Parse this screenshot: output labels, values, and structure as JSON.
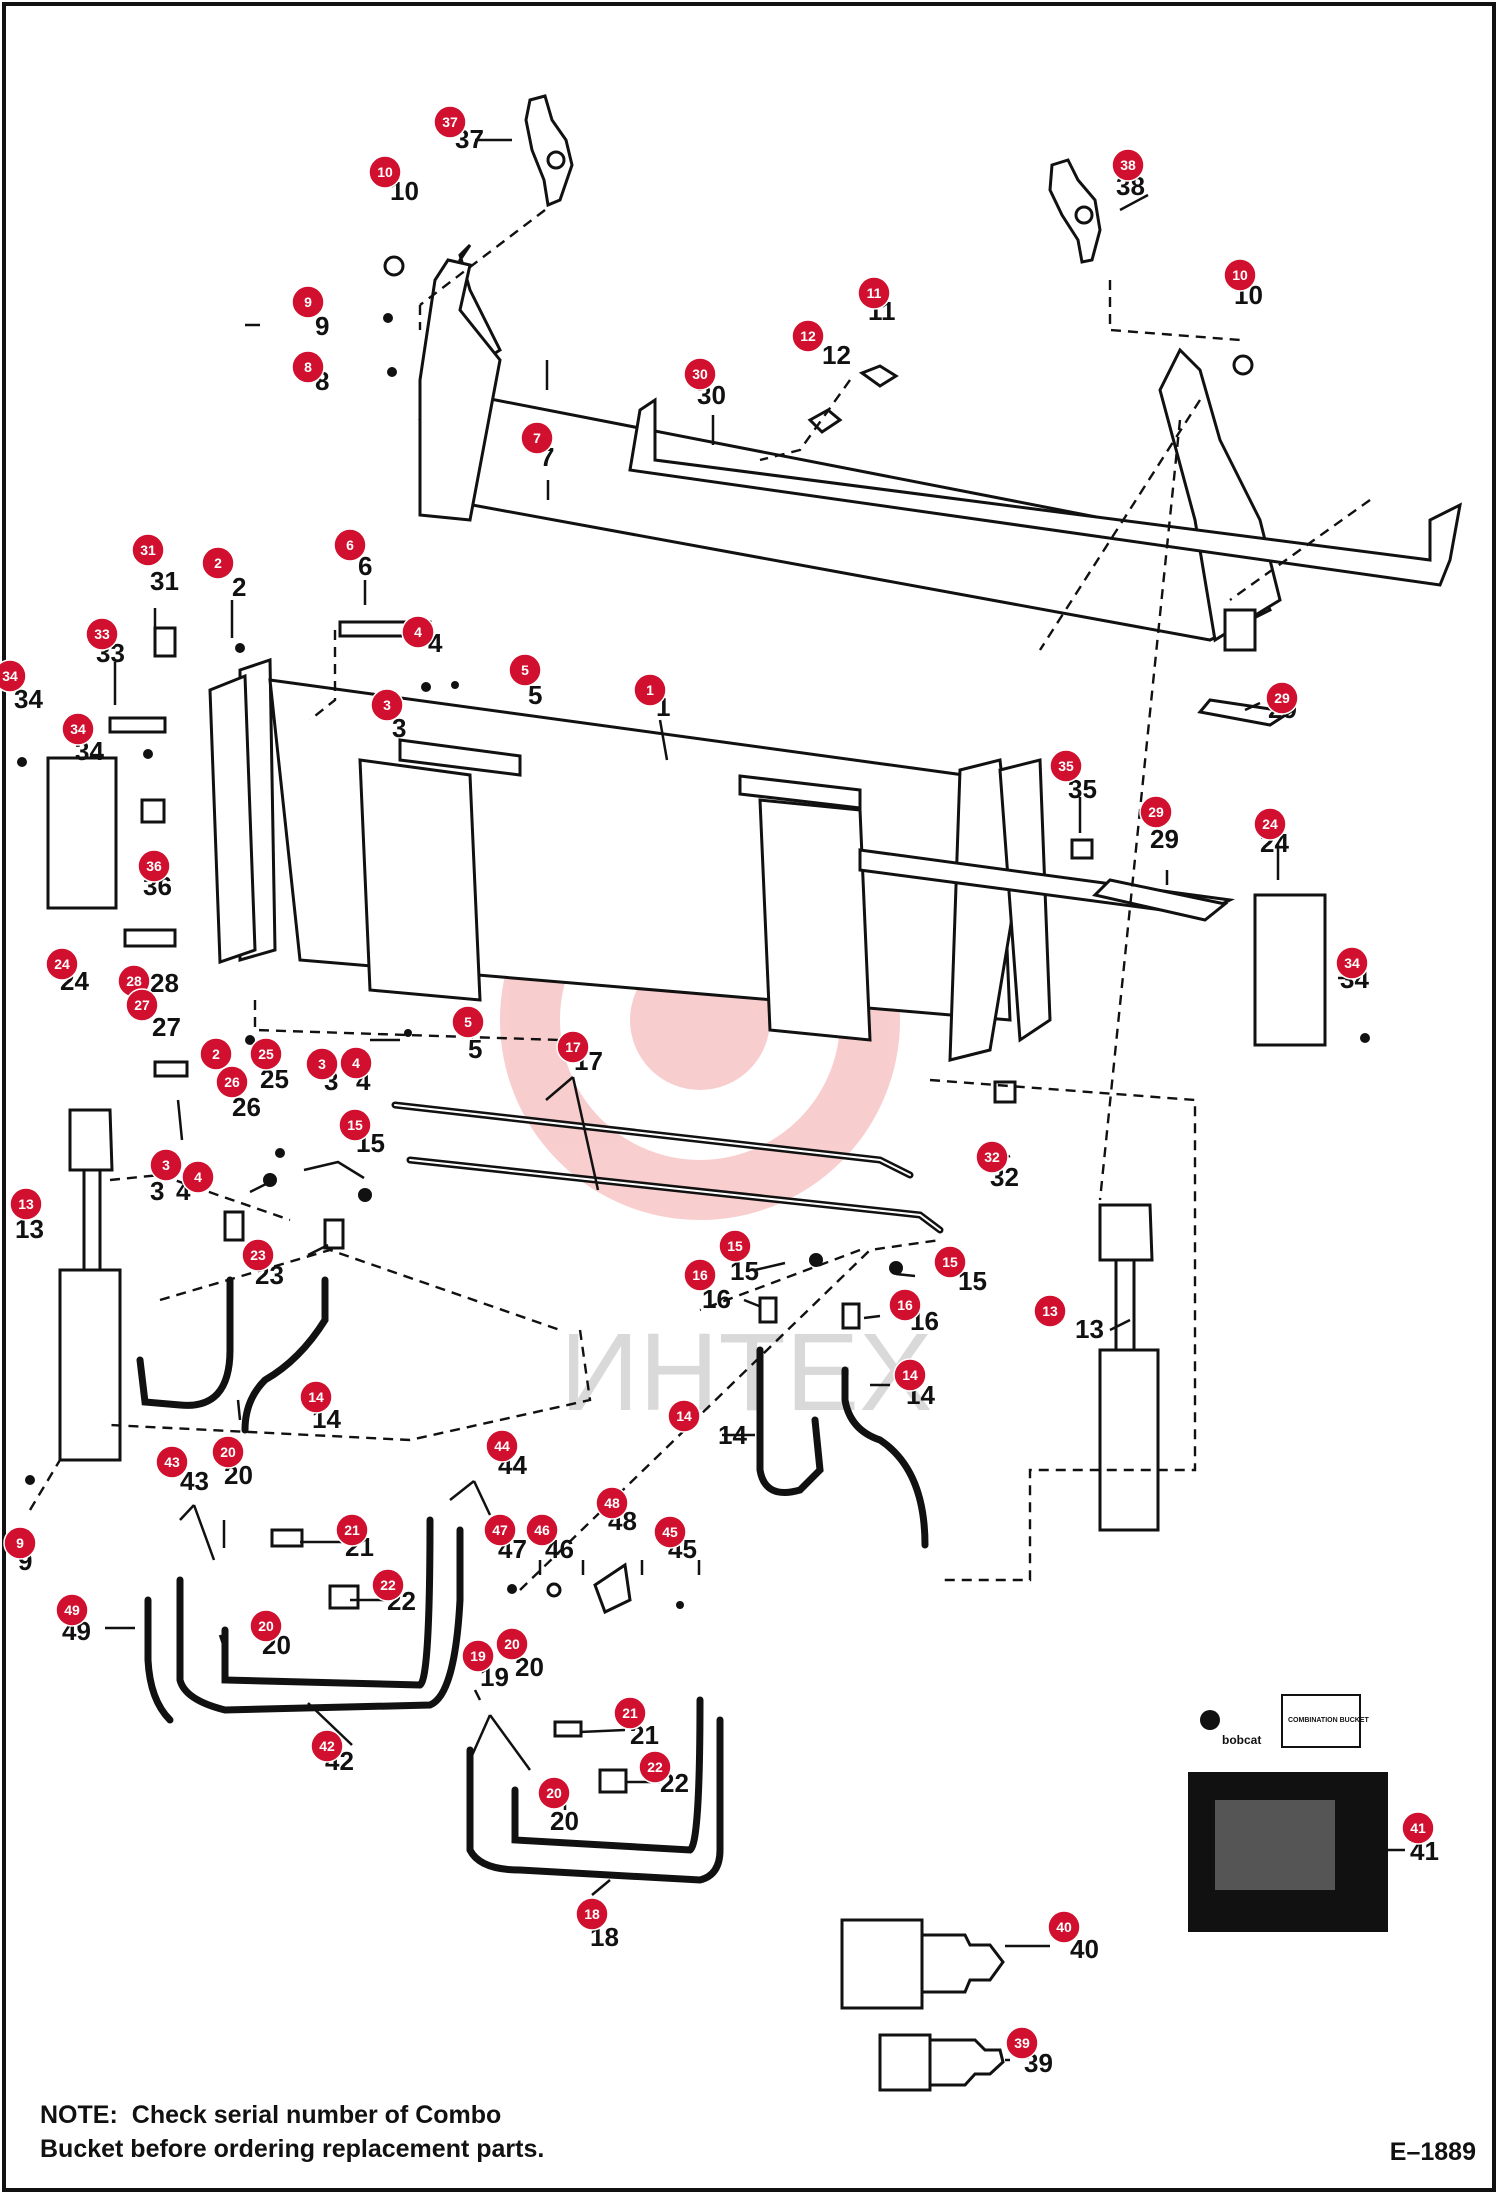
{
  "note": {
    "heading": "NOTE:",
    "text_line1": "Check serial number of Combo",
    "text_line2": "Bucket before ordering replacement parts."
  },
  "drawing_number": "E–1889",
  "watermark": "ИНТЕХ",
  "manual_brand": "bobcat",
  "manual_title": "COMBINATION BUCKET",
  "callouts": [
    {
      "n": "37",
      "label": "37"
    },
    {
      "n": "38",
      "label": "38"
    },
    {
      "n": "10a",
      "label": "10"
    },
    {
      "n": "10b",
      "label": "10"
    },
    {
      "n": "9a",
      "label": "9"
    },
    {
      "n": "8",
      "label": "8"
    },
    {
      "n": "11",
      "label": "11"
    },
    {
      "n": "12",
      "label": "12"
    },
    {
      "n": "30",
      "label": "30"
    },
    {
      "n": "7",
      "label": "7"
    },
    {
      "n": "31",
      "label": "31"
    },
    {
      "n": "2a",
      "label": "2"
    },
    {
      "n": "6",
      "label": "6"
    },
    {
      "n": "33",
      "label": "33"
    },
    {
      "n": "4a",
      "label": "4"
    },
    {
      "n": "5a",
      "label": "5"
    },
    {
      "n": "34a",
      "label": "34"
    },
    {
      "n": "34b",
      "label": "34"
    },
    {
      "n": "3a",
      "label": "3"
    },
    {
      "n": "1",
      "label": "1"
    },
    {
      "n": "29a",
      "label": "29"
    },
    {
      "n": "35",
      "label": "35"
    },
    {
      "n": "29b",
      "label": "29"
    },
    {
      "n": "24a",
      "label": "24"
    },
    {
      "n": "36",
      "label": "36"
    },
    {
      "n": "24b",
      "label": "24"
    },
    {
      "n": "34c",
      "label": "34"
    },
    {
      "n": "28",
      "label": "28"
    },
    {
      "n": "27",
      "label": "27"
    },
    {
      "n": "5b",
      "label": "5"
    },
    {
      "n": "17",
      "label": "17"
    },
    {
      "n": "2b",
      "label": "2"
    },
    {
      "n": "25",
      "label": "25"
    },
    {
      "n": "3b",
      "label": "3"
    },
    {
      "n": "4b",
      "label": "4"
    },
    {
      "n": "26",
      "label": "26"
    },
    {
      "n": "15a",
      "label": "15"
    },
    {
      "n": "32",
      "label": "32"
    },
    {
      "n": "3c",
      "label": "3"
    },
    {
      "n": "4c",
      "label": "4"
    },
    {
      "n": "13a",
      "label": "13"
    },
    {
      "n": "23",
      "label": "23"
    },
    {
      "n": "15b",
      "label": "15"
    },
    {
      "n": "16a",
      "label": "16"
    },
    {
      "n": "15c",
      "label": "15"
    },
    {
      "n": "16b",
      "label": "16"
    },
    {
      "n": "13b",
      "label": "13"
    },
    {
      "n": "14a",
      "label": "14"
    },
    {
      "n": "14b",
      "label": "14"
    },
    {
      "n": "14c",
      "label": "14"
    },
    {
      "n": "20a",
      "label": "20"
    },
    {
      "n": "43",
      "label": "43"
    },
    {
      "n": "44",
      "label": "44"
    },
    {
      "n": "47",
      "label": "47"
    },
    {
      "n": "46",
      "label": "46"
    },
    {
      "n": "48",
      "label": "48"
    },
    {
      "n": "45",
      "label": "45"
    },
    {
      "n": "21a",
      "label": "21"
    },
    {
      "n": "9b",
      "label": "9"
    },
    {
      "n": "22a",
      "label": "22"
    },
    {
      "n": "49",
      "label": "49"
    },
    {
      "n": "20b",
      "label": "20"
    },
    {
      "n": "19",
      "label": "19"
    },
    {
      "n": "20c",
      "label": "20"
    },
    {
      "n": "42",
      "label": "42"
    },
    {
      "n": "21b",
      "label": "21"
    },
    {
      "n": "22b",
      "label": "22"
    },
    {
      "n": "20d",
      "label": "20"
    },
    {
      "n": "18",
      "label": "18"
    },
    {
      "n": "41",
      "label": "41"
    },
    {
      "n": "40",
      "label": "40"
    },
    {
      "n": "39",
      "label": "39"
    }
  ]
}
